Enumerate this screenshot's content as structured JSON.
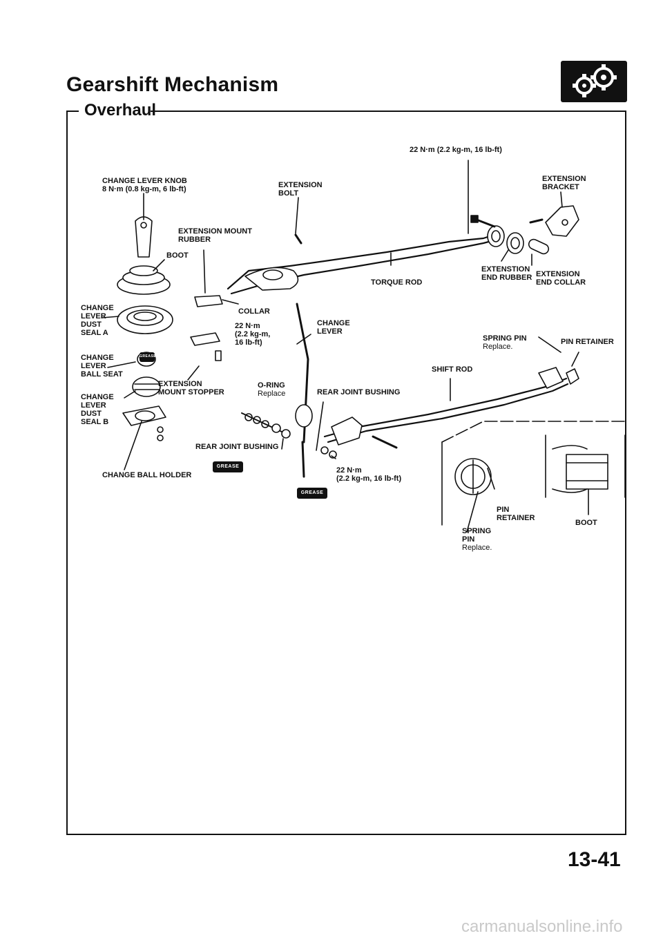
{
  "header": {
    "title": "Gearshift Mechanism",
    "subtitle": "Overhaul"
  },
  "labels": {
    "torque_rod_bracket": "22 N·m (2.2 kg-m, 16 lb-ft)",
    "change_lever_knob": "CHANGE LEVER KNOB\n8 N·m (0.8 kg-m, 6 lb-ft)",
    "extension_bolt": "EXTENSION\nBOLT",
    "extension_bracket": "EXTENSION\nBRACKET",
    "extension_mount_rubber": "EXTENSION MOUNT\nRUBBER",
    "boot": "BOOT",
    "torque_rod": "TORQUE ROD",
    "extension_end_rubber": "EXTENSTION\nEND RUBBER",
    "extension_end_collar": "EXTENSION\nEND COLLAR",
    "change_lever_dust_seal_a": "CHANGE\nLEVER\nDUST\nSEAL A",
    "collar": "COLLAR",
    "collar_torque": "22 N·m\n(2.2 kg-m,\n16 lb-ft)",
    "change_lever": "CHANGE\nLEVER",
    "spring_pin": "SPRING PIN",
    "spring_pin_replace": "Replace.",
    "pin_retainer": "PIN RETAINER",
    "change_lever_ball_seat": "CHANGE\nLEVER\nBALL SEAT",
    "shift_rod": "SHIFT ROD",
    "extension_mount_stopper": "EXTENSION\nMOUNT STOPPER",
    "o_ring": "O-RING",
    "o_ring_replace": "Replace",
    "rear_joint_bushing_right": "REAR JOINT BUSHING",
    "change_lever_dust_seal_b": "CHANGE\nLEVER\nDUST\nSEAL B",
    "rear_joint_bushing_lower": "REAR JOINT BUSHING",
    "change_ball_holder": "CHANGE BALL HOLDER",
    "lower_torque": "22 N·m\n(2.2 kg-m, 16 lb-ft)",
    "detail_pin_retainer": "PIN\nRETAINER",
    "detail_boot": "BOOT",
    "detail_spring_pin": "SPRING\nPIN",
    "detail_spring_pin_replace": "Replace.",
    "grease_symbol": "GREASE"
  },
  "footer": {
    "page_number": "13-41",
    "watermark": "carmanualsonline.info"
  }
}
